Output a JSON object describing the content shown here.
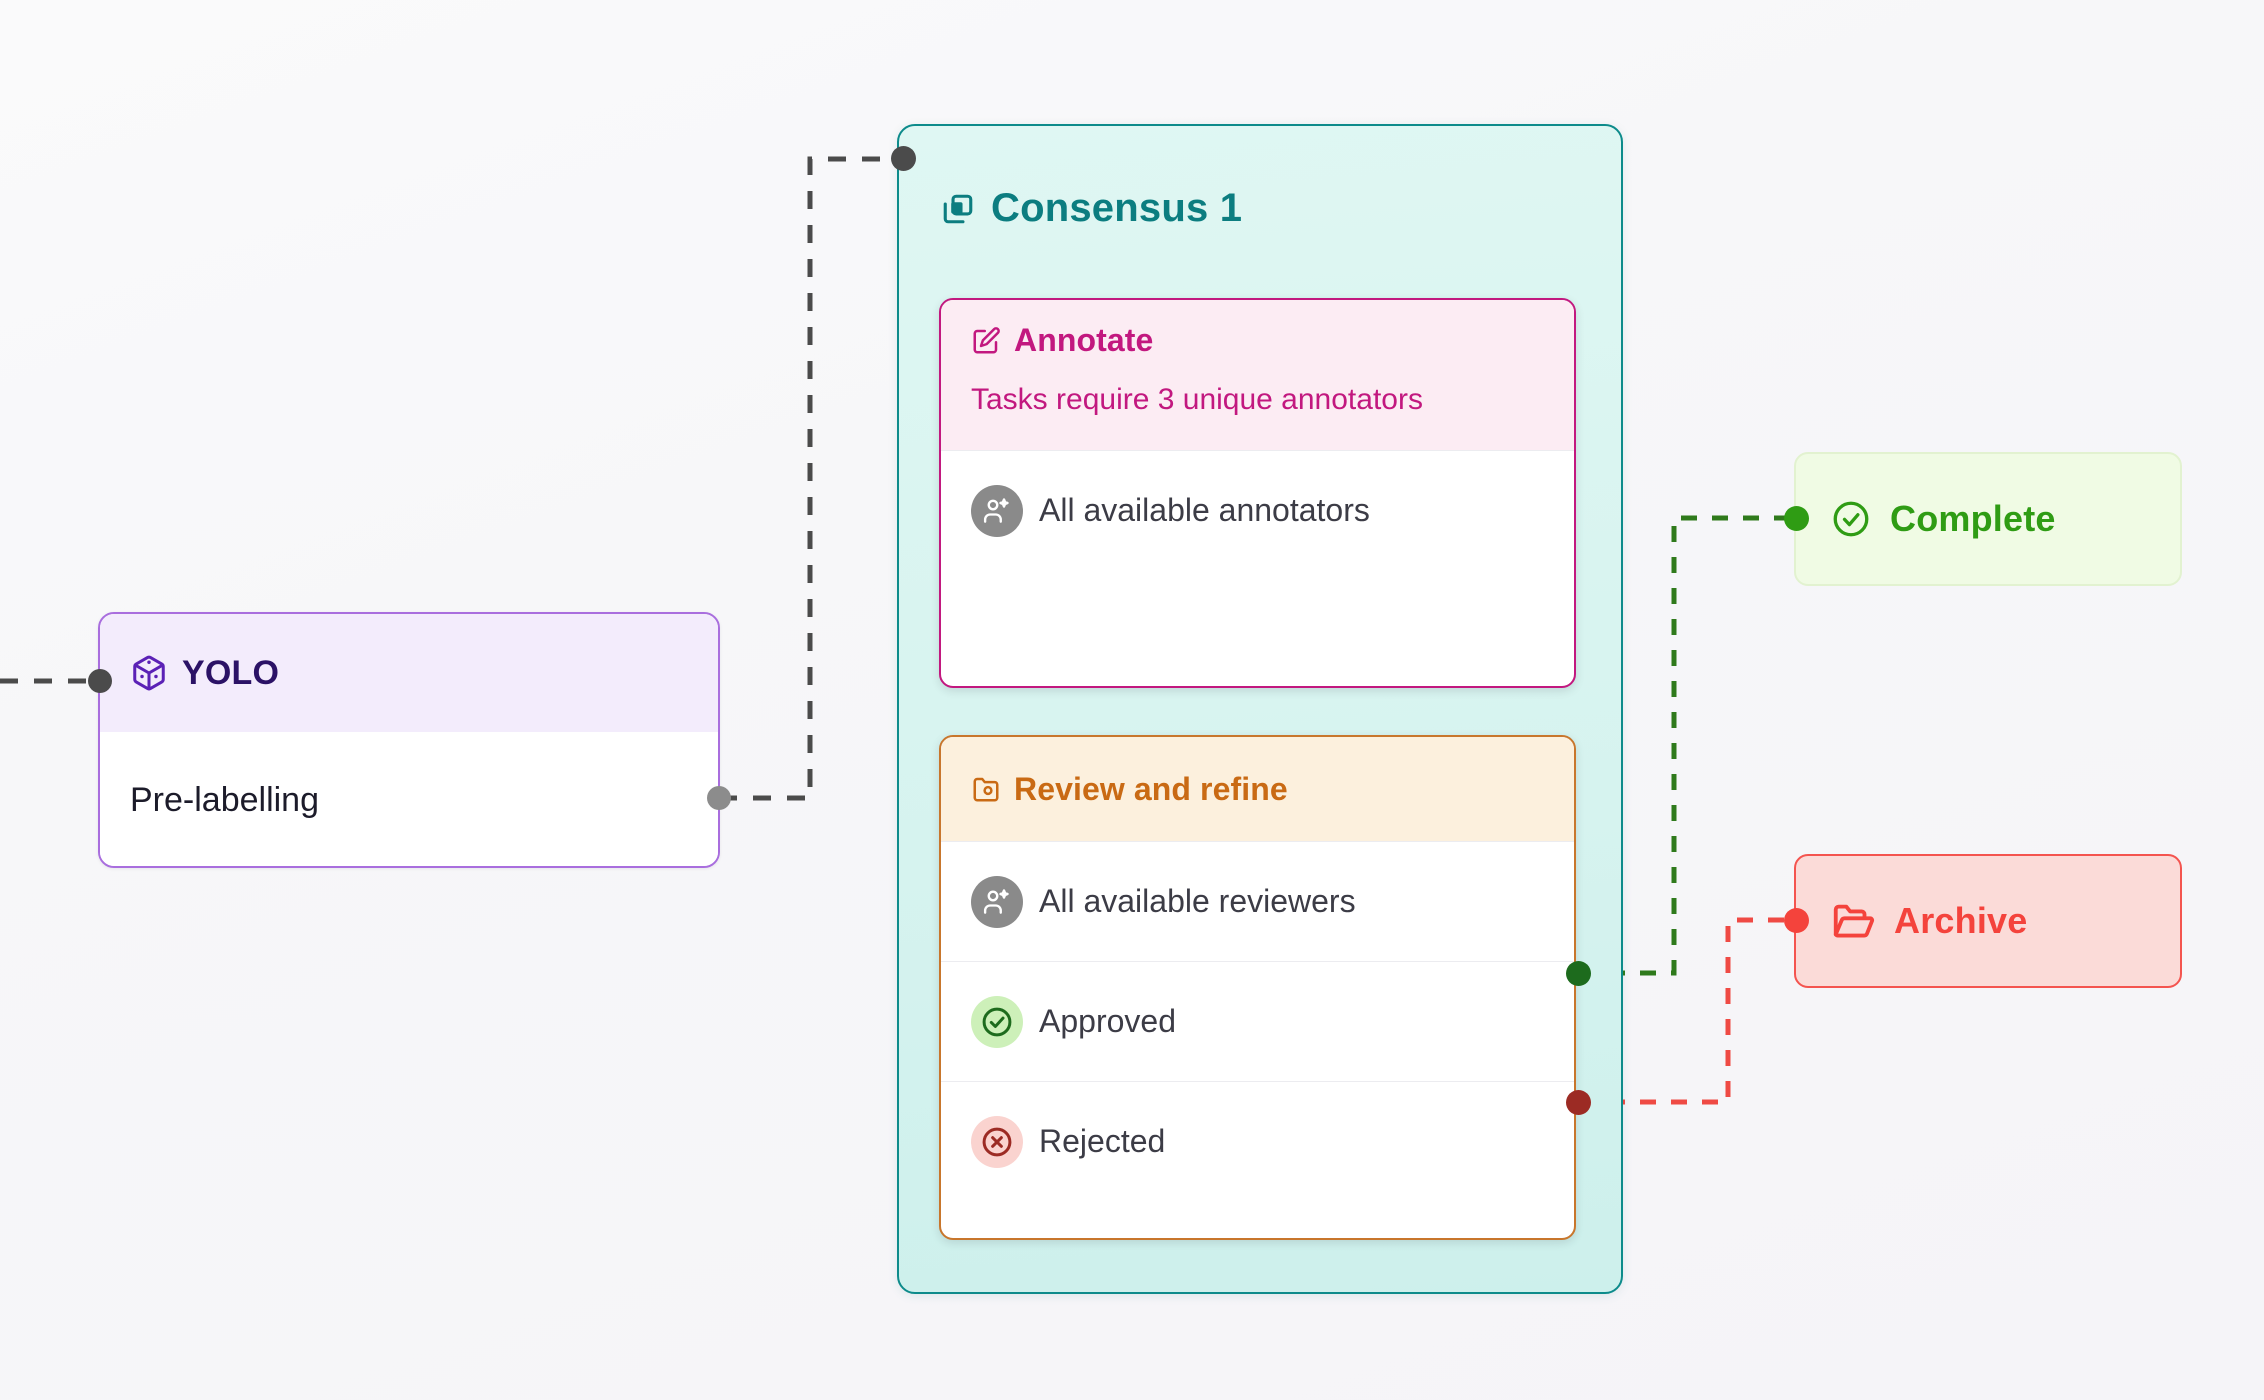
{
  "workflow": {
    "model_node": {
      "title": "YOLO",
      "icon": "box-3d-icon",
      "body_text": "Pre-labelling",
      "accent": "#a96ede",
      "header_bg": "#f3ecfc",
      "title_color": "#2b1266"
    },
    "consensus_group": {
      "title": "Consensus 1",
      "icon": "layers-copy-icon",
      "accent": "#0d8b8b",
      "title_color": "#0c7d80",
      "background": "#d9f5f1",
      "stages": [
        {
          "title": "Annotate",
          "icon": "pencil-square-icon",
          "accent": "#c2187f",
          "header_bg": "#fcecf3",
          "description": "Tasks require 3 unique annotators",
          "rows": [
            {
              "label": "All available annotators",
              "icon": "users-avatar-icon"
            }
          ]
        },
        {
          "title": "Review and refine",
          "icon": "photo-folder-icon",
          "accent": "#c8762c",
          "title_color": "#c96a14",
          "header_bg": "#fcf0dd",
          "rows": [
            {
              "label": "All available reviewers",
              "icon": "users-avatar-icon"
            },
            {
              "label": "Approved",
              "icon": "check-circle-icon"
            },
            {
              "label": "Rejected",
              "icon": "x-circle-icon"
            }
          ]
        }
      ]
    },
    "terminals": [
      {
        "label": "Complete",
        "icon": "check-circle-icon",
        "text_color": "#2f9c14",
        "background": "#f0fbe4",
        "border": "#e2f2d0"
      },
      {
        "label": "Archive",
        "icon": "folder-open-icon",
        "text_color": "#f4433c",
        "background": "#fbdbd8",
        "border": "#f4544f"
      }
    ],
    "edges": [
      {
        "from": "canvas-left",
        "to": "yolo-input",
        "color": "#4b4b4b",
        "style": "dashed"
      },
      {
        "from": "yolo-output",
        "to": "consensus-input",
        "color": "#4b4b4b",
        "style": "dashed"
      },
      {
        "from": "approved-output",
        "to": "complete-input",
        "color": "#2f7a1c",
        "style": "dashed"
      },
      {
        "from": "rejected-output",
        "to": "archive-input",
        "color": "#ef4a44",
        "style": "dashed"
      }
    ]
  }
}
